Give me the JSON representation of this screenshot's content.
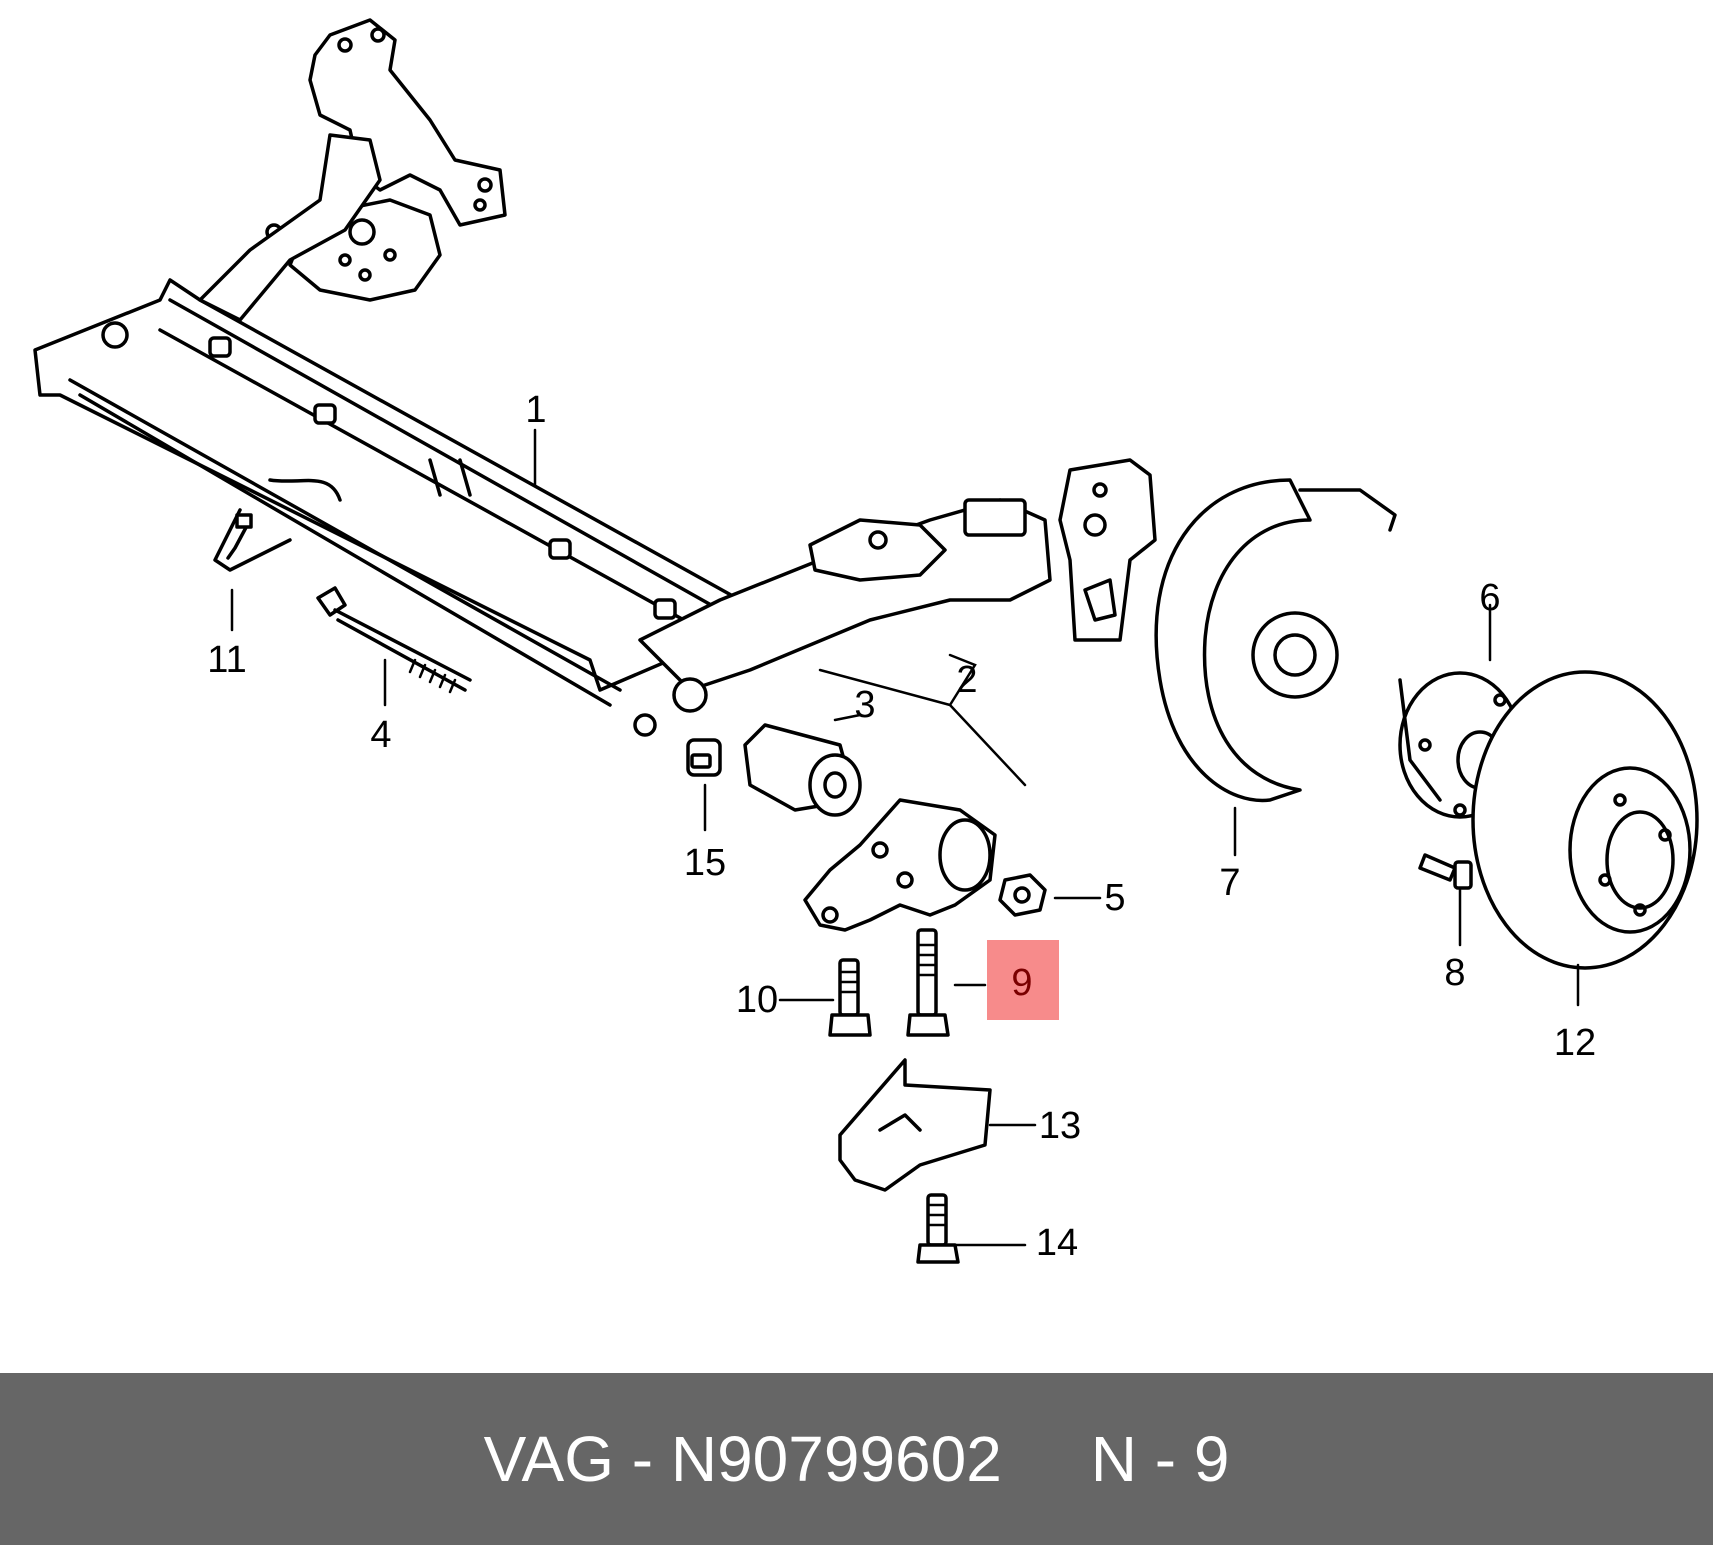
{
  "callouts": [
    {
      "id": "1",
      "label": "1"
    },
    {
      "id": "2",
      "label": "2"
    },
    {
      "id": "3",
      "label": "3"
    },
    {
      "id": "4",
      "label": "4"
    },
    {
      "id": "5",
      "label": "5"
    },
    {
      "id": "6",
      "label": "6"
    },
    {
      "id": "7",
      "label": "7"
    },
    {
      "id": "8",
      "label": "8"
    },
    {
      "id": "9",
      "label": "9",
      "highlighted": true
    },
    {
      "id": "10",
      "label": "10"
    },
    {
      "id": "11",
      "label": "11"
    },
    {
      "id": "12",
      "label": "12"
    },
    {
      "id": "13",
      "label": "13"
    },
    {
      "id": "14",
      "label": "14"
    },
    {
      "id": "15",
      "label": "15"
    }
  ],
  "highlight_color": "#f78b8b",
  "footer": {
    "brand": "VAG",
    "separator": " - ",
    "part_number": "N90799602",
    "position_label": "N - 9",
    "background": "#666666"
  }
}
